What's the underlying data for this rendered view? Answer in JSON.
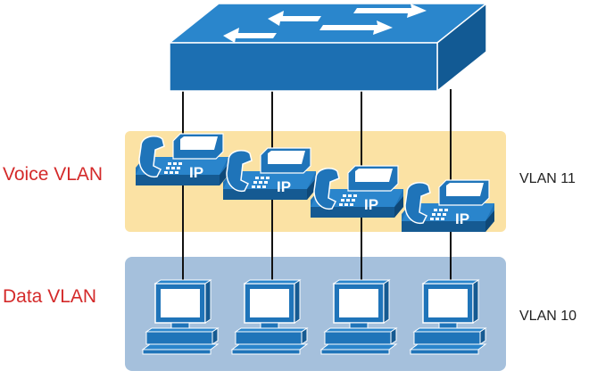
{
  "voice_label": "Voice VLAN",
  "data_label": "Data VLAN",
  "voice_vlan_id": "VLAN 11",
  "data_vlan_id": "VLAN 10",
  "phone_badge": "IP",
  "colors": {
    "label_red": "#d42a2a",
    "voice_band": "#fbe2a4",
    "data_band": "#a5c0dc",
    "switch_blue": "#1c6fb2",
    "device_blue": "#1f74b9",
    "cable": "#111111"
  },
  "icons": {
    "switch": "switch-icon",
    "phone": "ip-phone-icon",
    "pc": "desktop-computer-icon"
  }
}
